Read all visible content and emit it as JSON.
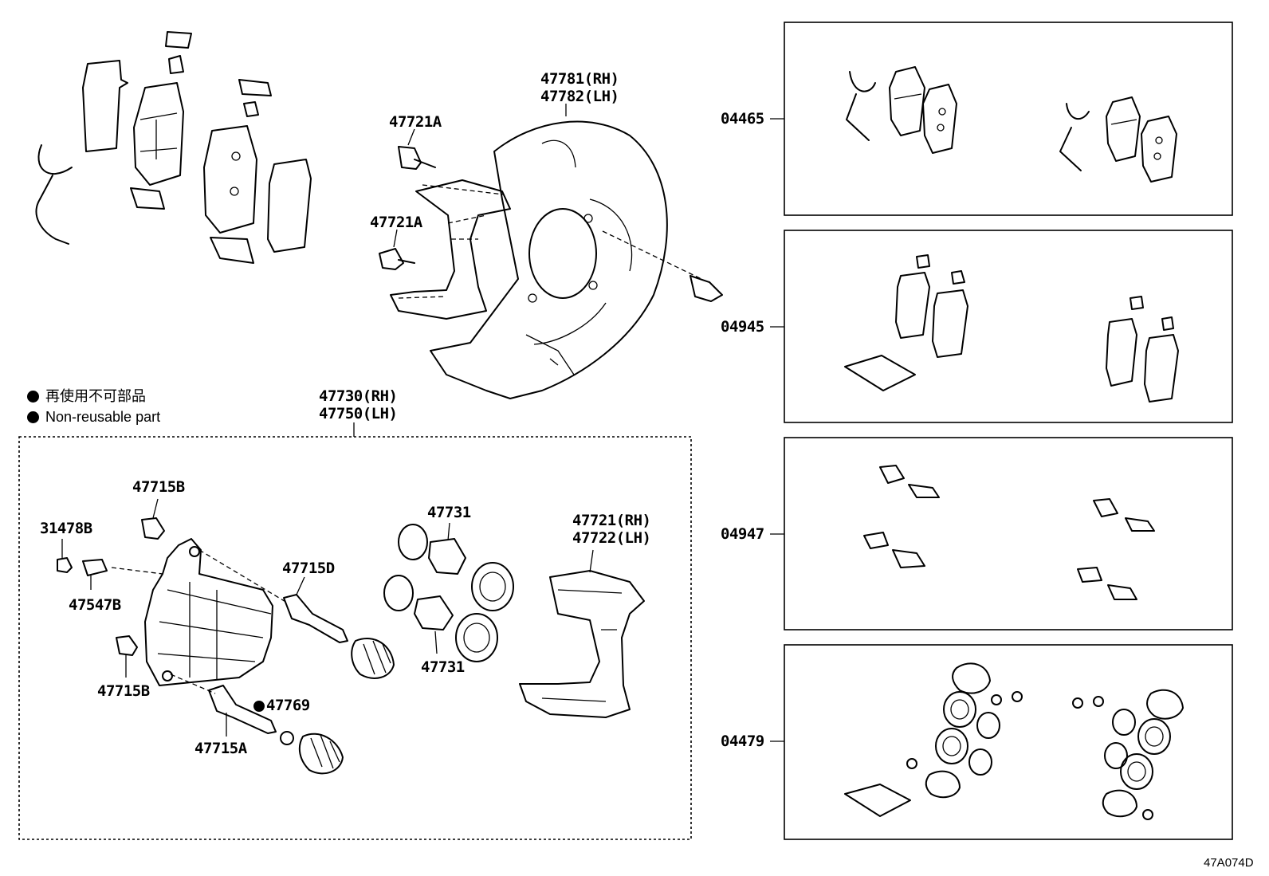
{
  "diagram_code": "47A074D",
  "legend": {
    "line1": "再使用不可部品",
    "line2": "Non-reusable part"
  },
  "labels": {
    "p47781": "47781(RH)",
    "p47782": "47782(LH)",
    "p47721A_1": "47721A",
    "p47721A_2": "47721A",
    "p47730": "47730(RH)",
    "p47750": "47750(LH)",
    "p47715B_top": "47715B",
    "p31478B": "31478B",
    "p47547B": "47547B",
    "p47715D": "47715D",
    "p47731_top": "47731",
    "p47731_bottom": "47731",
    "p47721": "47721(RH)",
    "p47722": "47722(LH)",
    "p47715B_bottom": "47715B",
    "p47769": "47769",
    "p47715A": "47715A"
  },
  "kits": [
    {
      "code": "04465"
    },
    {
      "code": "04945"
    },
    {
      "code": "04947"
    },
    {
      "code": "04479"
    }
  ]
}
